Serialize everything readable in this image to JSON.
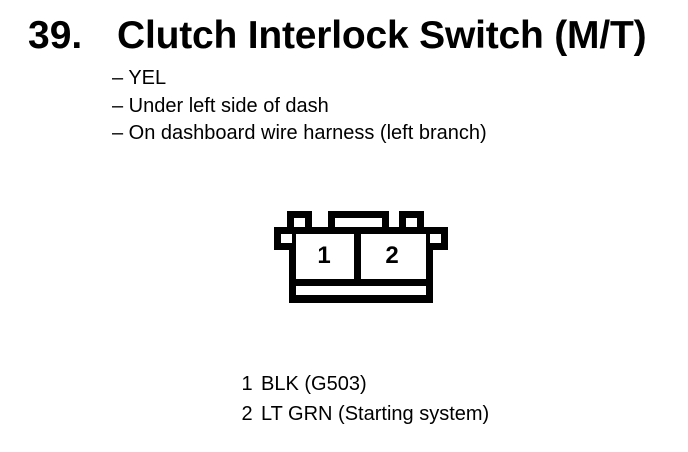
{
  "page": {
    "background": "#ffffff",
    "ink": "#000000"
  },
  "header": {
    "item_number": "39.",
    "title": "Clutch Interlock Switch (M/T)"
  },
  "details": {
    "items": [
      "– YEL",
      "– Under left side of dash",
      "– On dashboard wire harness (left branch)"
    ]
  },
  "connector": {
    "description": "2-cavity connector, terminal-side view",
    "cavities": [
      "1",
      "2"
    ],
    "legend": [
      {
        "pin": "1",
        "wire": "BLK (G503)"
      },
      {
        "pin": "2",
        "wire": "LT GRN (Starting system)"
      }
    ]
  }
}
